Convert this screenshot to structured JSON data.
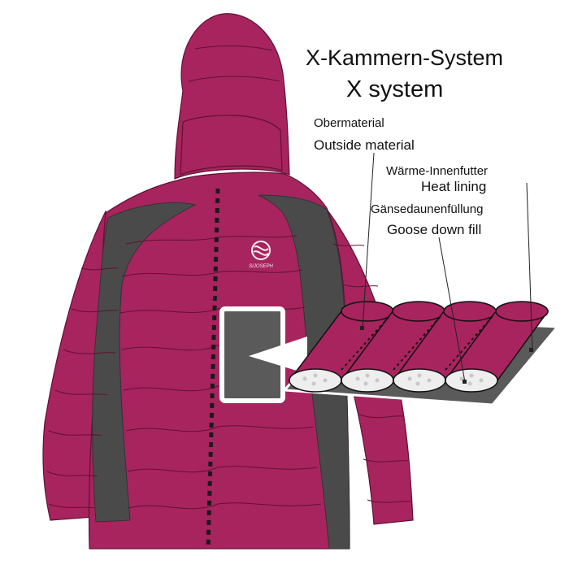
{
  "title": {
    "german": "X-Kammern-System",
    "english": "X system"
  },
  "brand_logo": "SIJOSEPH",
  "labels": {
    "outer_material_de": "Obermaterial",
    "outer_material_en": "Outside material",
    "heat_lining_de": "Wärme-Innenfutter",
    "heat_lining_en": "Heat lining",
    "down_fill_de": "Gänsedaunenfüllung",
    "down_fill_en": "Goose down fill"
  },
  "colors": {
    "jacket": "#a8245e",
    "jacket_seam": "#5e1233",
    "side_panel": "#4a4a4a",
    "zipper": "#1a1a1a",
    "lining": "#5a5a5a",
    "down_cell": "#eeeeee",
    "background": "#ffffff"
  },
  "diagram": {
    "tube_count": 4
  }
}
